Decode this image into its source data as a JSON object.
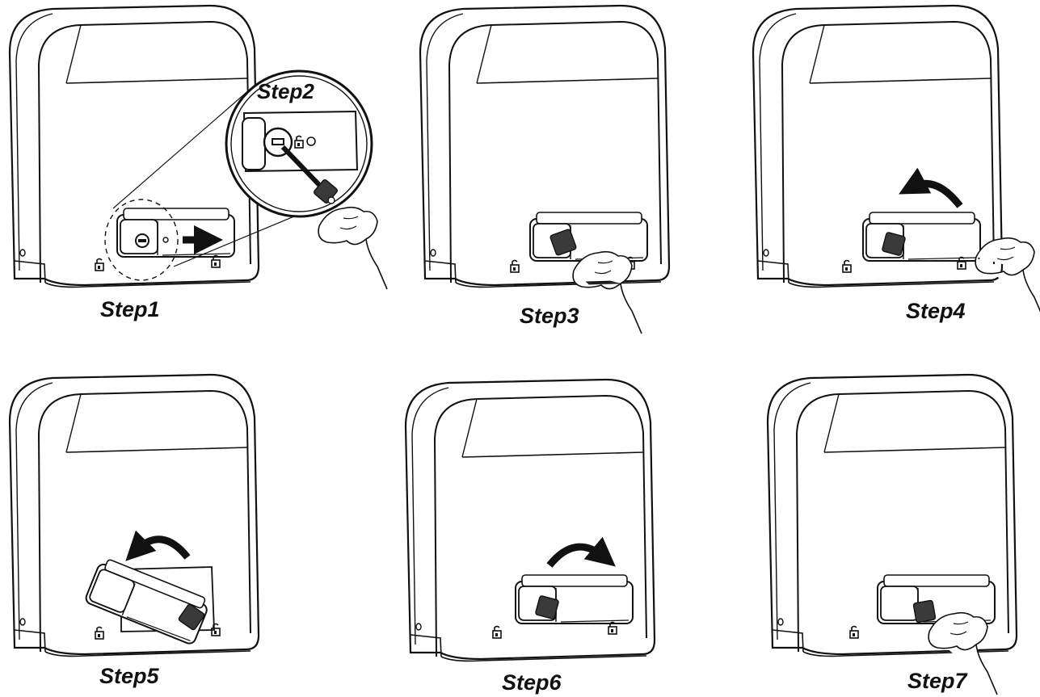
{
  "steps": [
    {
      "label": "Step1"
    },
    {
      "label": "Step2"
    },
    {
      "label": "Step3"
    },
    {
      "label": "Step4"
    },
    {
      "label": "Step5"
    },
    {
      "label": "Step6"
    },
    {
      "label": "Step7"
    }
  ],
  "colors": {
    "line": "#111111",
    "key_fill": "#3a3a3a",
    "background": "#ffffff"
  }
}
